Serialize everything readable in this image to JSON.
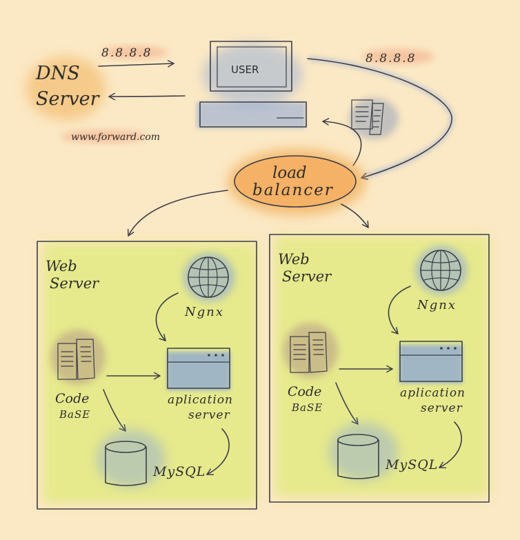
{
  "colors": {
    "background": "#fbe8c4",
    "panel_green": "#d6ea5e",
    "orange": "#f2b35c",
    "blue": "#8aa6d8",
    "salmon": "#f0a07a",
    "brown": "#b59a86",
    "ink": "#3a3d48"
  },
  "icons": {
    "globe": "globe-icon",
    "documents": "documents-icon",
    "database": "database-icon",
    "monitor": "monitor-icon",
    "browser_window": "browser-window-icon"
  },
  "dns": {
    "line1": "DNS",
    "line2": "Server",
    "domain": "www.forward.com",
    "ip_request": "8.8.8.8"
  },
  "user": {
    "label": "USER",
    "ip_out": "8.8.8.8"
  },
  "load_balancer": {
    "line1": "load",
    "line2": "balancer"
  },
  "servers": [
    {
      "title_line1": "Web",
      "title_line2": "Server",
      "nginx": "Ngnx",
      "code_line1": "Code",
      "code_line2": "BaSE",
      "app_line1": "aplication",
      "app_line2": "server",
      "db": "MySQL"
    },
    {
      "title_line1": "Web",
      "title_line2": "Server",
      "nginx": "Ngnx",
      "code_line1": "Code",
      "code_line2": "BaSE",
      "app_line1": "aplication",
      "app_line2": "server",
      "db": "MySQL"
    }
  ]
}
